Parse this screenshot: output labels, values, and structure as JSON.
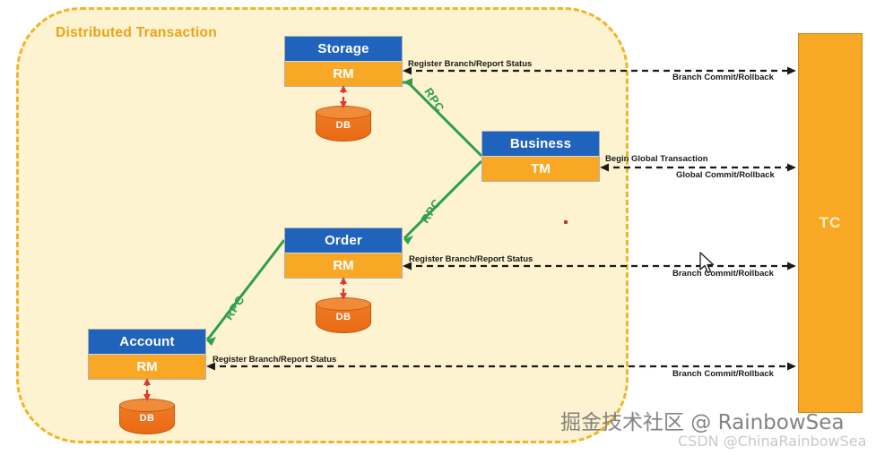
{
  "region": {
    "title": "Distributed Transaction",
    "border_color": "#f0b429",
    "fill_color": "#fdf3d0"
  },
  "colors": {
    "service_header": "#2063bd",
    "service_footer": "#f9a825",
    "db": "#f07a22",
    "rpc_line": "#2e9e4f",
    "tc": "#f9a825",
    "red_arrow": "#e03a2f"
  },
  "services": [
    {
      "id": "storage",
      "name": "Storage",
      "role": "RM",
      "db": "DB"
    },
    {
      "id": "order",
      "name": "Order",
      "role": "RM",
      "db": "DB"
    },
    {
      "id": "account",
      "name": "Account",
      "role": "RM",
      "db": "DB"
    },
    {
      "id": "business",
      "name": "Business",
      "role": "TM",
      "db": null
    }
  ],
  "coordinator": {
    "label": "TC"
  },
  "rpc_labels": [
    "RPC",
    "RPC",
    "RPC"
  ],
  "flows": [
    {
      "id": "storage",
      "above": "Register Branch/Report Status",
      "below": "Branch Commit/Rollback"
    },
    {
      "id": "business",
      "above": "Begin Global Transaction",
      "below": "Global Commit/Rollback"
    },
    {
      "id": "order",
      "above": "Register Branch/Report Status",
      "below": "Branch Commit/Rollback"
    },
    {
      "id": "account",
      "above": "Register Branch/Report Status",
      "below": "Branch Commit/Rollback"
    }
  ],
  "watermarks": {
    "primary": "掘金技术社区 @ RainbowSea",
    "secondary": "CSDN @ChinaRainbowSea"
  }
}
